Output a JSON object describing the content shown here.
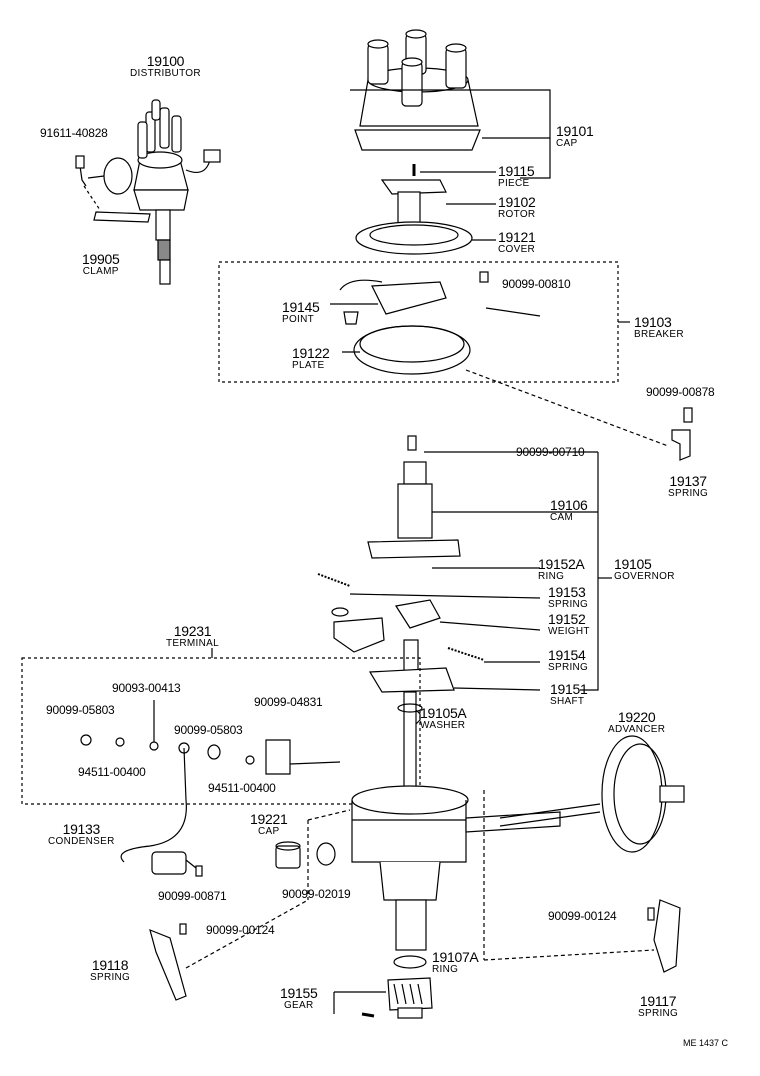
{
  "labels": {
    "distributor": {
      "num": "19100",
      "name": "DISTRIBUTOR"
    },
    "cap": {
      "num": "19101",
      "name": "CAP"
    },
    "piece": {
      "num": "19115",
      "name": "PIECE"
    },
    "rotor": {
      "num": "19102",
      "name": "ROTOR"
    },
    "cover": {
      "num": "19121",
      "name": "COVER"
    },
    "breaker": {
      "num": "19103",
      "name": "BREAKER"
    },
    "point": {
      "num": "19145",
      "name": "POINT"
    },
    "plate": {
      "num": "19122",
      "name": "PLATE"
    },
    "clamp": {
      "num": "19905",
      "name": "CLAMP"
    },
    "spring_19137": {
      "num": "19137",
      "name": "SPRING"
    },
    "cam": {
      "num": "19106",
      "name": "CAM"
    },
    "ring_19152a": {
      "num": "19152A",
      "name": "RING"
    },
    "governor": {
      "num": "19105",
      "name": "GOVERNOR"
    },
    "spring_19153": {
      "num": "19153",
      "name": "SPRING"
    },
    "weight": {
      "num": "19152",
      "name": "WEIGHT"
    },
    "spring_19154": {
      "num": "19154",
      "name": "SPRING"
    },
    "shaft": {
      "num": "19151",
      "name": "SHAFT"
    },
    "washer": {
      "num": "19105A",
      "name": "WASHER"
    },
    "terminal": {
      "num": "19231",
      "name": "TERMINAL"
    },
    "advancer": {
      "num": "19220",
      "name": "ADVANCER"
    },
    "condenser": {
      "num": "19133",
      "name": "CONDENSER"
    },
    "cap_19221": {
      "num": "19221",
      "name": "CAP"
    },
    "spring_19118": {
      "num": "19118",
      "name": "SPRING"
    },
    "ring_19107a": {
      "num": "19107A",
      "name": "RING"
    },
    "gear": {
      "num": "19155",
      "name": "GEAR"
    },
    "spring_19117": {
      "num": "19117",
      "name": "SPRING"
    }
  },
  "codes": {
    "c_91611_40828": "91611-40828",
    "c_90099_00810": "90099-00810",
    "c_90099_00878": "90099-00878",
    "c_90099_00710": "90099-00710",
    "c_90093_00413": "90093-00413",
    "c_90099_05803_a": "90099-05803",
    "c_90099_05803_b": "90099-05803",
    "c_90099_04831": "90099-04831",
    "c_94511_00400_a": "94511-00400",
    "c_94511_00400_b": "94511-00400",
    "c_90099_00871": "90099-00871",
    "c_90099_02019": "90099-02019",
    "c_90099_00124_a": "90099-00124",
    "c_90099_00124_b": "90099-00124"
  },
  "reference": "ME 1437 C"
}
